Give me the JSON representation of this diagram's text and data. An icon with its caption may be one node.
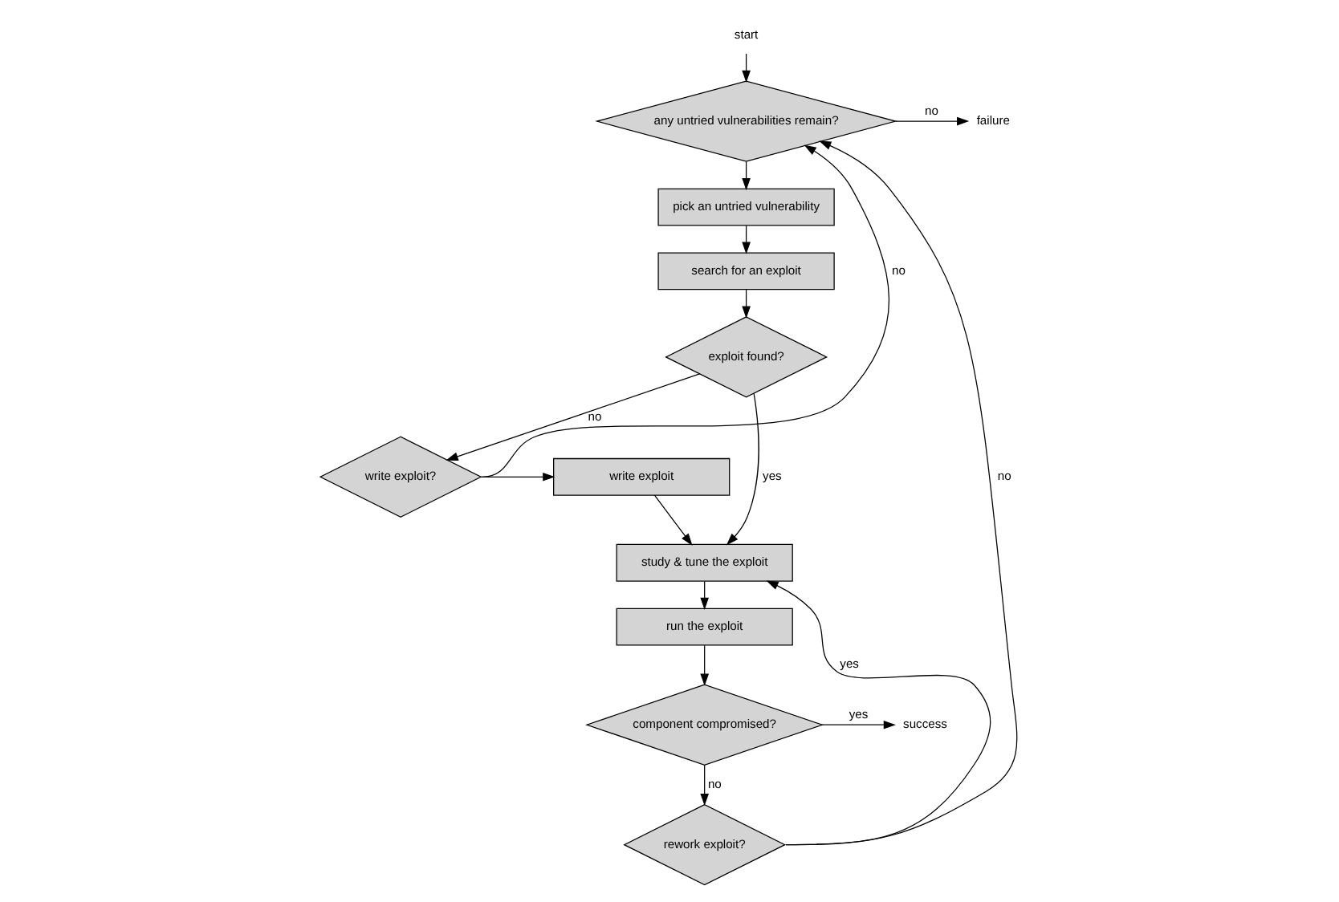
{
  "diagram": {
    "nodes": [
      {
        "text": [
          "start"
        ]
      },
      {
        "text": [
          "any untried vulnerabilities remain?"
        ]
      },
      {
        "text": [
          "failure"
        ]
      },
      {
        "text": [
          "pick an untried vulnerability"
        ]
      },
      {
        "text": [
          "search for an exploit"
        ]
      },
      {
        "text": [
          "exploit found?"
        ]
      },
      {
        "text": [
          "write exploit?"
        ]
      },
      {
        "text": [
          "write exploit"
        ]
      },
      {
        "text": [
          "study & tune the exploit"
        ]
      },
      {
        "text": [
          "run the exploit"
        ]
      },
      {
        "text": [
          "component compromised?"
        ]
      },
      {
        "text": [
          "success"
        ]
      },
      {
        "text": [
          "rework exploit?"
        ]
      }
    ],
    "edges": [
      {
        "from": 0,
        "to": 1,
        "arrow": "to"
      },
      {
        "from": 1,
        "to": 2,
        "label": "no",
        "arrow": "to"
      },
      {
        "from": 1,
        "to": 3,
        "arrow": "to"
      },
      {
        "from": 3,
        "to": 4,
        "arrow": "to"
      },
      {
        "from": 4,
        "to": 5,
        "arrow": "to"
      },
      {
        "from": 5,
        "to": 8,
        "label": "yes",
        "arrow": "to"
      },
      {
        "from": 5,
        "to": 6,
        "label": "no",
        "arrow": "to"
      },
      {
        "from": 6,
        "to": 1,
        "label": "no",
        "arrow": "to"
      },
      {
        "from": 6,
        "to": 7,
        "arrow": "to"
      },
      {
        "from": 7,
        "to": 8,
        "arrow": "to"
      },
      {
        "from": 8,
        "to": 9,
        "arrow": "to"
      },
      {
        "from": 9,
        "to": 10,
        "arrow": "to"
      },
      {
        "from": 10,
        "to": 11,
        "label": "yes",
        "arrow": "to"
      },
      {
        "from": 10,
        "to": 12,
        "label": "no",
        "arrow": "to"
      },
      {
        "from": 12,
        "to": 8,
        "label": "yes",
        "arrow": "to"
      },
      {
        "from": 12,
        "to": 1,
        "label": "no",
        "arrow": "to"
      }
    ]
  }
}
